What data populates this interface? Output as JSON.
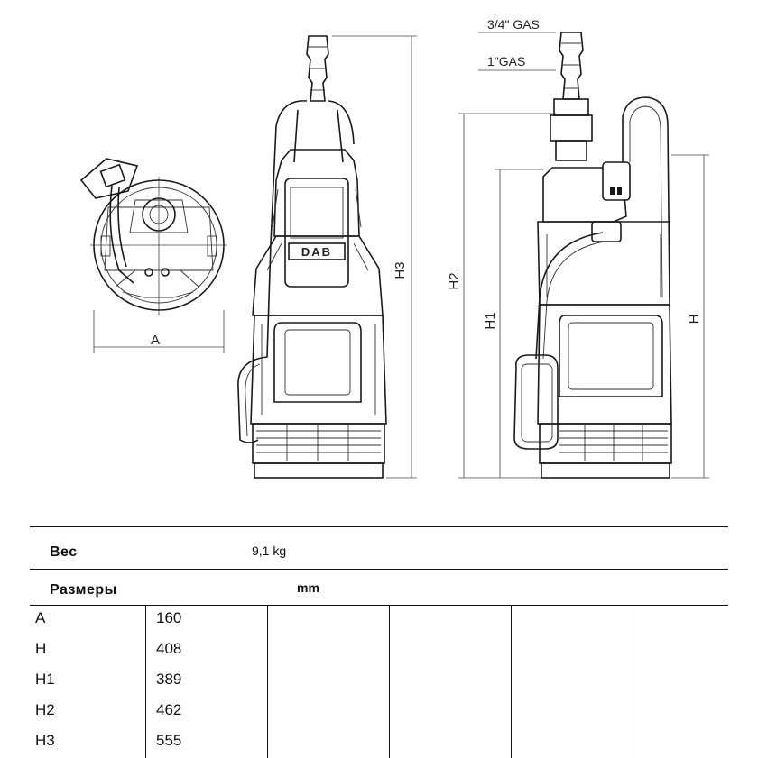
{
  "drawing": {
    "labels": {
      "a": "A",
      "h": "H",
      "h1": "H1",
      "h2": "H2",
      "h3": "H3",
      "gas_small": "3/4\" GAS",
      "gas_large": "1\"GAS",
      "brand": "DAB"
    }
  },
  "spec": {
    "weight_label": "Вес",
    "weight_value": "9,1 kg",
    "dimensions_label": "Размеры",
    "unit": "mm",
    "rows": [
      {
        "name": "A",
        "value": "160"
      },
      {
        "name": "H",
        "value": "408"
      },
      {
        "name": "H1",
        "value": "389"
      },
      {
        "name": "H2",
        "value": "462"
      },
      {
        "name": "H3",
        "value": "555"
      }
    ]
  }
}
